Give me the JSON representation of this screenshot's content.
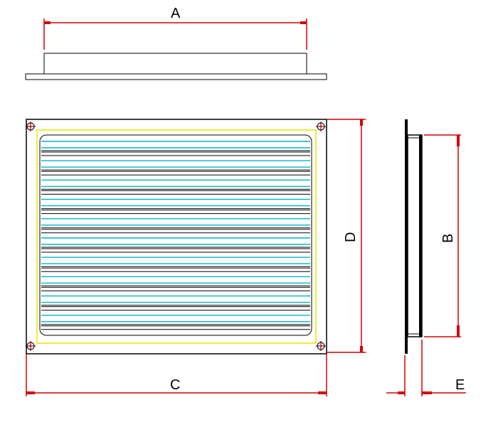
{
  "diagram": {
    "labels": {
      "A": "A",
      "B": "B",
      "C": "C",
      "D": "D",
      "E": "E"
    },
    "colors": {
      "dimension": "#d40000",
      "outline": "#000000",
      "louver": "#00b4c8",
      "frame_inner": "#e6e600"
    },
    "louver_slat_count": 10
  }
}
